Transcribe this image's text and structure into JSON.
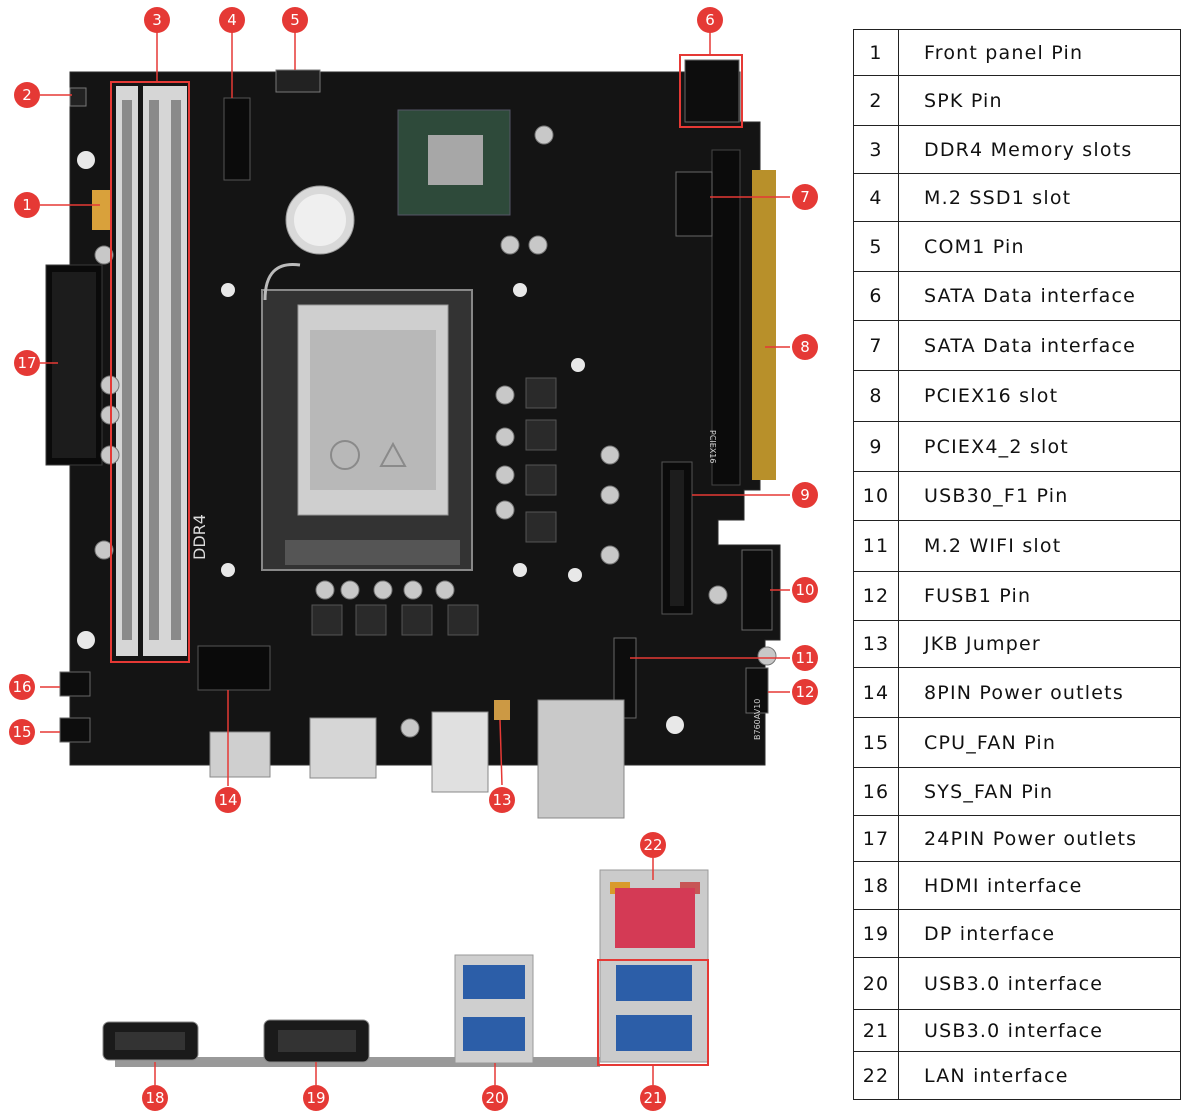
{
  "board_text": {
    "ddr4_silk": "DDR4",
    "pciex16_silk": "PCIEX16",
    "model_silk": "B760AV10"
  },
  "colors": {
    "callout": "#e53935",
    "board": "#121212",
    "lan_port": "#d43a55",
    "usb_blue": "#2c5ea8"
  },
  "callouts": [
    {
      "id": 1,
      "label": "1"
    },
    {
      "id": 2,
      "label": "2"
    },
    {
      "id": 3,
      "label": "3"
    },
    {
      "id": 4,
      "label": "4"
    },
    {
      "id": 5,
      "label": "5"
    },
    {
      "id": 6,
      "label": "6"
    },
    {
      "id": 7,
      "label": "7"
    },
    {
      "id": 8,
      "label": "8"
    },
    {
      "id": 9,
      "label": "9"
    },
    {
      "id": 10,
      "label": "10"
    },
    {
      "id": 11,
      "label": "11"
    },
    {
      "id": 12,
      "label": "12"
    },
    {
      "id": 13,
      "label": "13"
    },
    {
      "id": 14,
      "label": "14"
    },
    {
      "id": 15,
      "label": "15"
    },
    {
      "id": 16,
      "label": "16"
    },
    {
      "id": 17,
      "label": "17"
    },
    {
      "id": 18,
      "label": "18"
    },
    {
      "id": 19,
      "label": "19"
    },
    {
      "id": 20,
      "label": "20"
    },
    {
      "id": 21,
      "label": "21"
    },
    {
      "id": 22,
      "label": "22"
    }
  ],
  "legend": [
    {
      "num": "1",
      "label": "Front panel Pin"
    },
    {
      "num": "2",
      "label": "SPK Pin"
    },
    {
      "num": "3",
      "label": "DDR4 Memory slots"
    },
    {
      "num": "4",
      "label": "M.2 SSD1 slot"
    },
    {
      "num": "5",
      "label": "COM1 Pin"
    },
    {
      "num": "6",
      "label": "SATA Data interface"
    },
    {
      "num": "7",
      "label": "SATA Data interface"
    },
    {
      "num": "8",
      "label": "PCIEX16 slot"
    },
    {
      "num": "9",
      "label": "PCIEX4_2 slot"
    },
    {
      "num": "10",
      "label": "USB30_F1 Pin"
    },
    {
      "num": "11",
      "label": "M.2 WIFI slot"
    },
    {
      "num": "12",
      "label": "FUSB1 Pin"
    },
    {
      "num": "13",
      "label": "JKB Jumper"
    },
    {
      "num": "14",
      "label": "8PIN Power outlets"
    },
    {
      "num": "15",
      "label": "CPU_FAN Pin"
    },
    {
      "num": "16",
      "label": "SYS_FAN Pin"
    },
    {
      "num": "17",
      "label": "24PIN Power outlets"
    },
    {
      "num": "18",
      "label": "HDMI interface"
    },
    {
      "num": "19",
      "label": "DP interface"
    },
    {
      "num": "20",
      "label": "USB3.0 interface"
    },
    {
      "num": "21",
      "label": "USB3.0 interface"
    },
    {
      "num": "22",
      "label": "LAN interface"
    }
  ]
}
